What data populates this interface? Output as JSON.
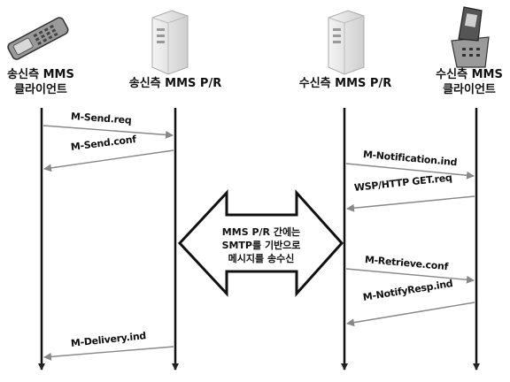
{
  "actors": [
    {
      "id": "sender_client",
      "label_lines": [
        "송신측 MMS",
        "클라이언트"
      ],
      "icon": "mobile-phone-icon"
    },
    {
      "id": "sender_relay",
      "label_lines": [
        "송신측 MMS P/R"
      ],
      "icon": "server-icon"
    },
    {
      "id": "receiver_relay",
      "label_lines": [
        "수신측 MMS P/R"
      ],
      "icon": "server-icon"
    },
    {
      "id": "receiver_client",
      "label_lines": [
        "수신측 MMS",
        "클라이언트"
      ],
      "icon": "flip-phone-icon"
    }
  ],
  "messages": [
    {
      "label": "M-Send.req",
      "from": "sender_client",
      "to": "sender_relay"
    },
    {
      "label": "M-Send.conf",
      "from": "sender_relay",
      "to": "sender_client"
    },
    {
      "label": "M-Notification.ind",
      "from": "receiver_relay",
      "to": "receiver_client"
    },
    {
      "label": "WSP/HTTP GET.req",
      "from": "receiver_client",
      "to": "receiver_relay"
    },
    {
      "label": "M-Retrieve.conf",
      "from": "receiver_relay",
      "to": "receiver_client"
    },
    {
      "label": "M-NotifyResp.ind",
      "from": "receiver_client",
      "to": "receiver_relay"
    },
    {
      "label": "M-Delivery.ind",
      "from": "sender_relay",
      "to": "sender_client"
    }
  ],
  "center_note": {
    "lines": [
      "MMS P/R 간에는",
      "SMTP를 기반으로",
      "메시지를 송수신"
    ]
  }
}
